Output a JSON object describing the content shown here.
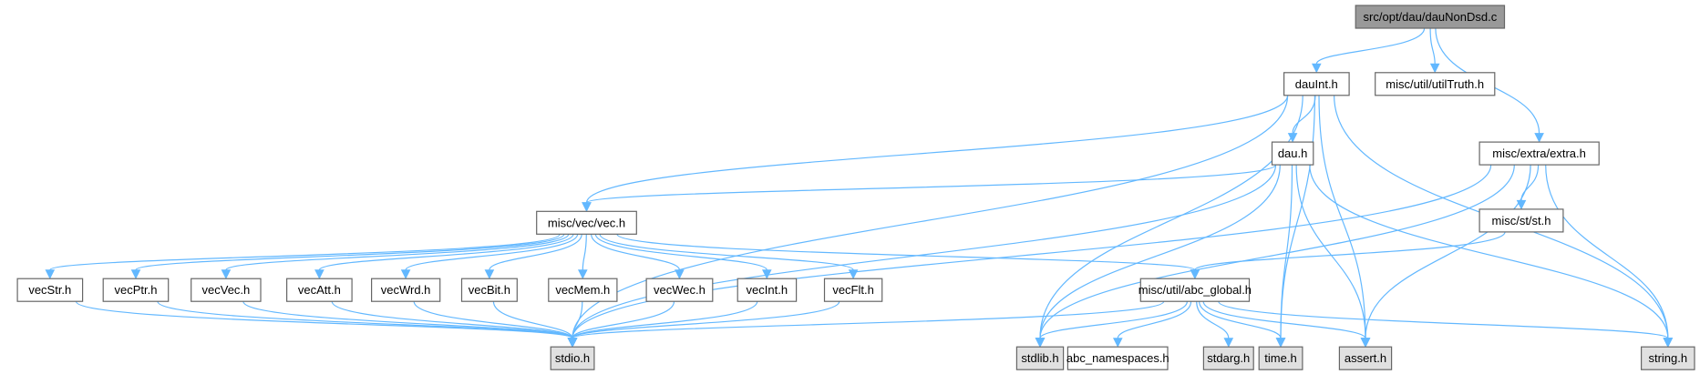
{
  "graph": {
    "type": "include-dependency-graph",
    "colors": {
      "edge": "#63b8ff",
      "root_fill": "#999999",
      "system_fill": "#e0e0e0",
      "local_fill": "#ffffff",
      "border": "#666666"
    },
    "nodes": [
      {
        "id": "root",
        "label": "src/opt/dau/dauNonDsd.c",
        "kind": "root"
      },
      {
        "id": "dauInt",
        "label": "dauInt.h",
        "kind": "local"
      },
      {
        "id": "utilTruth",
        "label": "misc/util/utilTruth.h",
        "kind": "local"
      },
      {
        "id": "extra",
        "label": "misc/extra/extra.h",
        "kind": "local"
      },
      {
        "id": "dau",
        "label": "dau.h",
        "kind": "local"
      },
      {
        "id": "vec",
        "label": "misc/vec/vec.h",
        "kind": "local"
      },
      {
        "id": "st",
        "label": "misc/st/st.h",
        "kind": "local"
      },
      {
        "id": "vecStr",
        "label": "vecStr.h",
        "kind": "local"
      },
      {
        "id": "vecPtr",
        "label": "vecPtr.h",
        "kind": "local"
      },
      {
        "id": "vecVec",
        "label": "vecVec.h",
        "kind": "local"
      },
      {
        "id": "vecAtt",
        "label": "vecAtt.h",
        "kind": "local"
      },
      {
        "id": "vecWrd",
        "label": "vecWrd.h",
        "kind": "local"
      },
      {
        "id": "vecBit",
        "label": "vecBit.h",
        "kind": "local"
      },
      {
        "id": "vecMem",
        "label": "vecMem.h",
        "kind": "local"
      },
      {
        "id": "vecWec",
        "label": "vecWec.h",
        "kind": "local"
      },
      {
        "id": "vecInt",
        "label": "vecInt.h",
        "kind": "local"
      },
      {
        "id": "vecFlt",
        "label": "vecFlt.h",
        "kind": "local"
      },
      {
        "id": "abc_global",
        "label": "misc/util/abc_global.h",
        "kind": "local"
      },
      {
        "id": "stdio",
        "label": "stdio.h",
        "kind": "system"
      },
      {
        "id": "stdlib",
        "label": "stdlib.h",
        "kind": "system"
      },
      {
        "id": "abc_namespaces",
        "label": "abc_namespaces.h",
        "kind": "local"
      },
      {
        "id": "stdarg",
        "label": "stdarg.h",
        "kind": "system"
      },
      {
        "id": "time",
        "label": "time.h",
        "kind": "system"
      },
      {
        "id": "assert",
        "label": "assert.h",
        "kind": "system"
      },
      {
        "id": "string",
        "label": "string.h",
        "kind": "system"
      }
    ],
    "edges": [
      [
        "root",
        "dauInt"
      ],
      [
        "root",
        "utilTruth"
      ],
      [
        "root",
        "extra"
      ],
      [
        "dauInt",
        "dau"
      ],
      [
        "dauInt",
        "vec"
      ],
      [
        "dauInt",
        "stdio"
      ],
      [
        "dauInt",
        "stdlib"
      ],
      [
        "dauInt",
        "time"
      ],
      [
        "dauInt",
        "assert"
      ],
      [
        "dauInt",
        "string"
      ],
      [
        "dau",
        "vec"
      ],
      [
        "dau",
        "stdio"
      ],
      [
        "dau",
        "stdlib"
      ],
      [
        "dau",
        "time"
      ],
      [
        "dau",
        "assert"
      ],
      [
        "dau",
        "string"
      ],
      [
        "extra",
        "st"
      ],
      [
        "extra",
        "stdio"
      ],
      [
        "extra",
        "stdlib"
      ],
      [
        "extra",
        "assert"
      ],
      [
        "extra",
        "string"
      ],
      [
        "st",
        "abc_global"
      ],
      [
        "vec",
        "vecStr"
      ],
      [
        "vec",
        "vecPtr"
      ],
      [
        "vec",
        "vecVec"
      ],
      [
        "vec",
        "vecAtt"
      ],
      [
        "vec",
        "vecWrd"
      ],
      [
        "vec",
        "vecBit"
      ],
      [
        "vec",
        "vecMem"
      ],
      [
        "vec",
        "vecWec"
      ],
      [
        "vec",
        "vecInt"
      ],
      [
        "vec",
        "vecFlt"
      ],
      [
        "vec",
        "abc_global"
      ],
      [
        "vecStr",
        "stdio"
      ],
      [
        "vecPtr",
        "stdio"
      ],
      [
        "vecVec",
        "stdio"
      ],
      [
        "vecAtt",
        "stdio"
      ],
      [
        "vecWrd",
        "stdio"
      ],
      [
        "vecBit",
        "stdio"
      ],
      [
        "vecMem",
        "stdio"
      ],
      [
        "vecWec",
        "stdio"
      ],
      [
        "vecInt",
        "stdio"
      ],
      [
        "vecFlt",
        "stdio"
      ],
      [
        "abc_global",
        "stdio"
      ],
      [
        "abc_global",
        "stdlib"
      ],
      [
        "abc_global",
        "abc_namespaces"
      ],
      [
        "abc_global",
        "stdarg"
      ],
      [
        "abc_global",
        "time"
      ],
      [
        "abc_global",
        "assert"
      ],
      [
        "abc_global",
        "string"
      ]
    ]
  }
}
